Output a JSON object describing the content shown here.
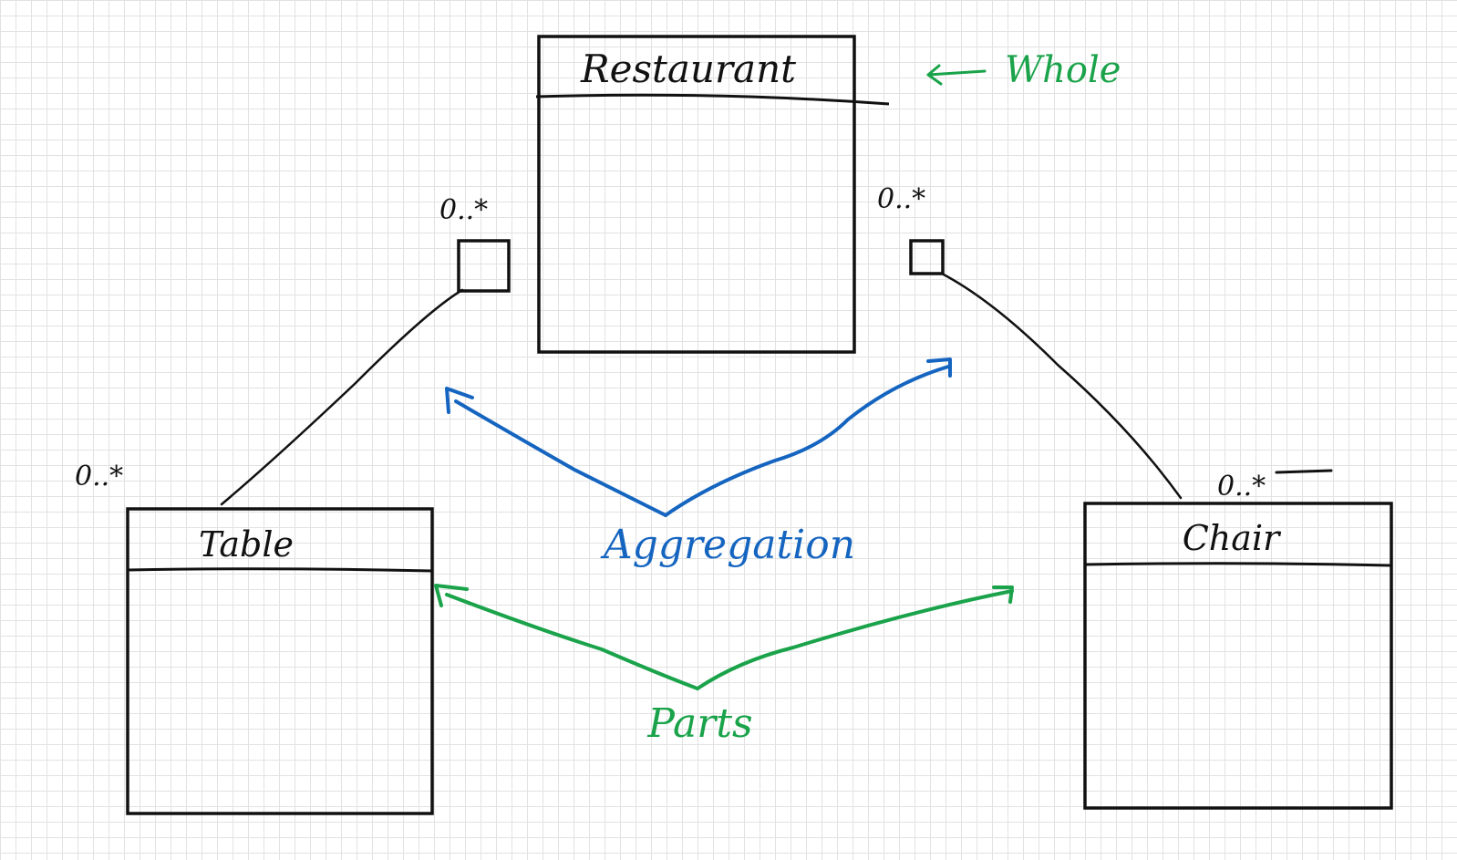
{
  "diagram": {
    "classes": {
      "whole": {
        "name": "Restaurant"
      },
      "part_left": {
        "name": "Table"
      },
      "part_right": {
        "name": "Chair"
      }
    },
    "annotations": {
      "whole_label": "Whole",
      "aggregation_label": "Aggregation",
      "parts_label": "Parts"
    },
    "multiplicities": {
      "whole_left": "0..*",
      "whole_right": "0..*",
      "table": "0..*",
      "chair": "0..*"
    }
  },
  "colors": {
    "ink": "#111111",
    "blue": "#1565c0",
    "green": "#1aa34a",
    "grid": "#e2e2e2"
  }
}
